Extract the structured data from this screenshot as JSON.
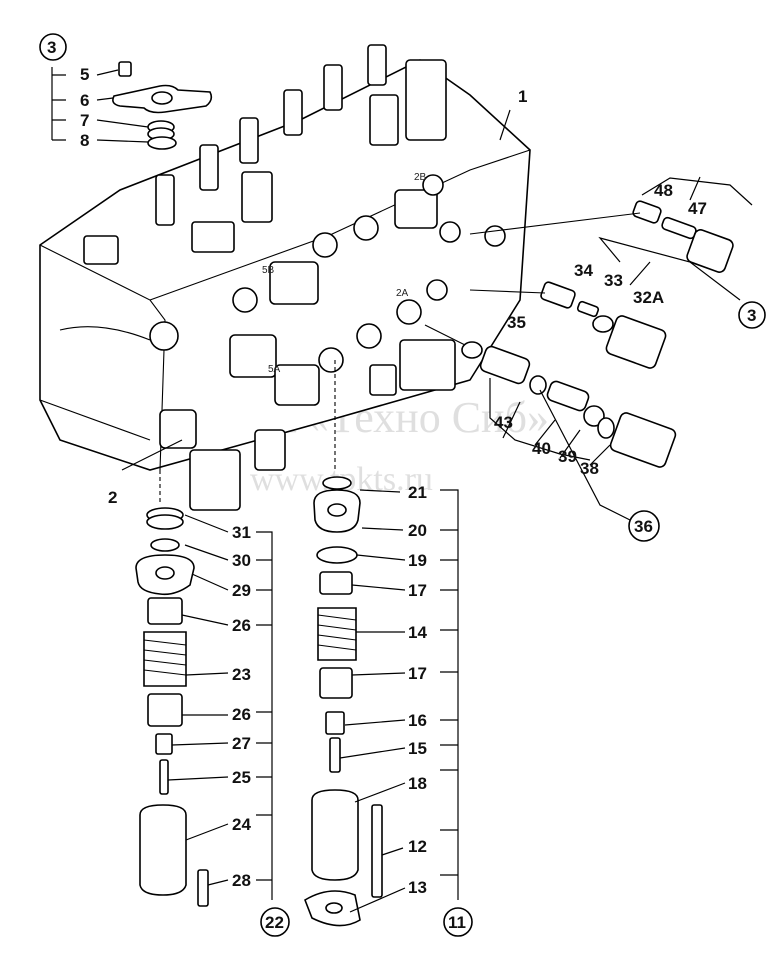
{
  "callouts": [
    {
      "id": "c3a",
      "text": "3"
    },
    {
      "id": "c5",
      "text": "5"
    },
    {
      "id": "c6",
      "text": "6"
    },
    {
      "id": "c7",
      "text": "7"
    },
    {
      "id": "c8",
      "text": "8"
    },
    {
      "id": "c1",
      "text": "1"
    },
    {
      "id": "c48",
      "text": "48"
    },
    {
      "id": "c47",
      "text": "47"
    },
    {
      "id": "c34",
      "text": "34"
    },
    {
      "id": "c33",
      "text": "33"
    },
    {
      "id": "c32A",
      "text": "32A"
    },
    {
      "id": "c3b",
      "text": "3"
    },
    {
      "id": "c35",
      "text": "35"
    },
    {
      "id": "c43",
      "text": "43"
    },
    {
      "id": "c40",
      "text": "40"
    },
    {
      "id": "c39",
      "text": "39"
    },
    {
      "id": "c38",
      "text": "38"
    },
    {
      "id": "c36",
      "text": "36"
    },
    {
      "id": "c2",
      "text": "2"
    },
    {
      "id": "c21",
      "text": "21"
    },
    {
      "id": "c20",
      "text": "20"
    },
    {
      "id": "c19",
      "text": "19"
    },
    {
      "id": "c17a",
      "text": "17"
    },
    {
      "id": "c14",
      "text": "14"
    },
    {
      "id": "c17b",
      "text": "17"
    },
    {
      "id": "c16",
      "text": "16"
    },
    {
      "id": "c15",
      "text": "15"
    },
    {
      "id": "c18",
      "text": "18"
    },
    {
      "id": "c12",
      "text": "12"
    },
    {
      "id": "c13",
      "text": "13"
    },
    {
      "id": "c11",
      "text": "11"
    },
    {
      "id": "c31",
      "text": "31"
    },
    {
      "id": "c30",
      "text": "30"
    },
    {
      "id": "c29",
      "text": "29"
    },
    {
      "id": "c26a",
      "text": "26"
    },
    {
      "id": "c23",
      "text": "23"
    },
    {
      "id": "c26b",
      "text": "26"
    },
    {
      "id": "c27",
      "text": "27"
    },
    {
      "id": "c25",
      "text": "25"
    },
    {
      "id": "c24",
      "text": "24"
    },
    {
      "id": "c28",
      "text": "28"
    },
    {
      "id": "c22",
      "text": "22"
    }
  ],
  "port_tags": [
    "2B",
    "5B",
    "2A",
    "5A"
  ],
  "watermark": {
    "line1": "ТПК «Техно Сиб»",
    "line2": "www.tpkts.ru"
  }
}
